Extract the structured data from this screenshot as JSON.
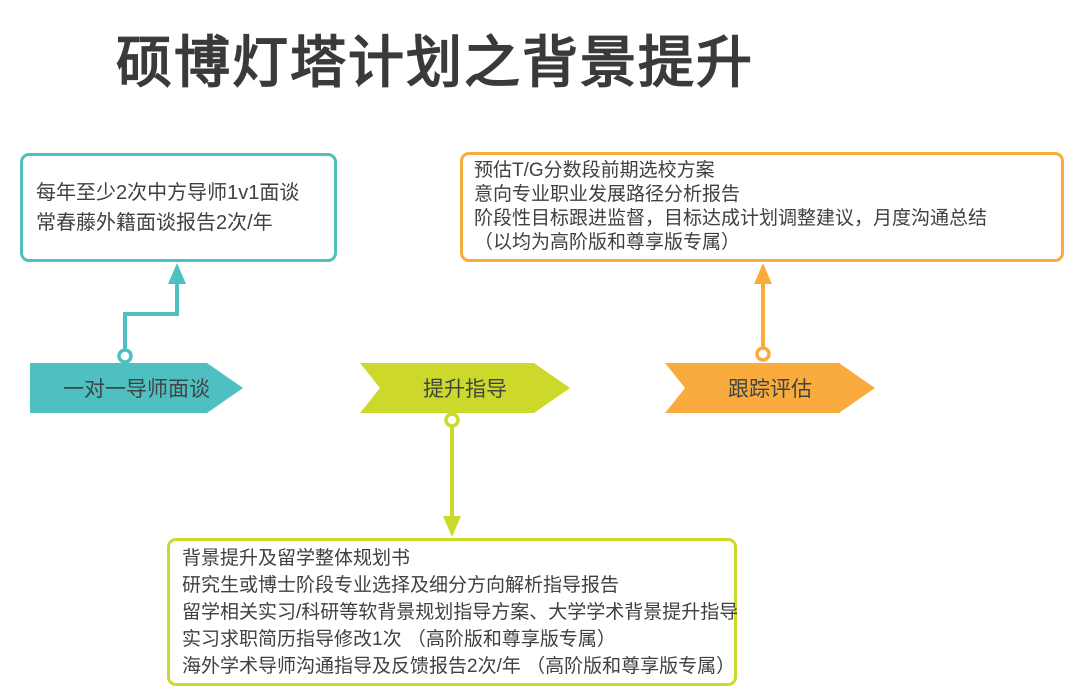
{
  "title": "硕博灯塔计划之背景提升",
  "colors": {
    "teal": "#4EC0C2",
    "yellow": "#CDD92A",
    "orange": "#FAAB3D",
    "text": "#404040",
    "title-color": "#3A3A3A",
    "bg": "#FFFFFF"
  },
  "stages": [
    {
      "label": "一对一导师面谈",
      "color": "#4EC0C2"
    },
    {
      "label": "提升指导",
      "color": "#CDD92A"
    },
    {
      "label": "跟踪评估",
      "color": "#FAAB3D"
    }
  ],
  "callouts": {
    "mentor": {
      "lines": [
        "每年至少2次中方导师1v1面谈",
        "常春藤外籍面谈报告2次/年"
      ]
    },
    "tracking": {
      "lines": [
        "预估T/G分数段前期选校方案",
        "意向专业职业发展路径分析报告",
        "阶段性目标跟进监督，目标达成计划调整建议，月度沟通总结",
        "（以均为高阶版和尊享版专属）"
      ]
    },
    "guidance": {
      "lines": [
        "背景提升及留学整体规划书",
        "研究生或博士阶段专业选择及细分方向解析指导报告",
        "留学相关实习/科研等软背景规划指导方案、大学学术背景提升指导",
        "实习求职简历指导修改1次 （高阶版和尊享版专属）",
        "海外学术导师沟通指导及反馈报告2次/年 （高阶版和尊享版专属）"
      ]
    }
  }
}
